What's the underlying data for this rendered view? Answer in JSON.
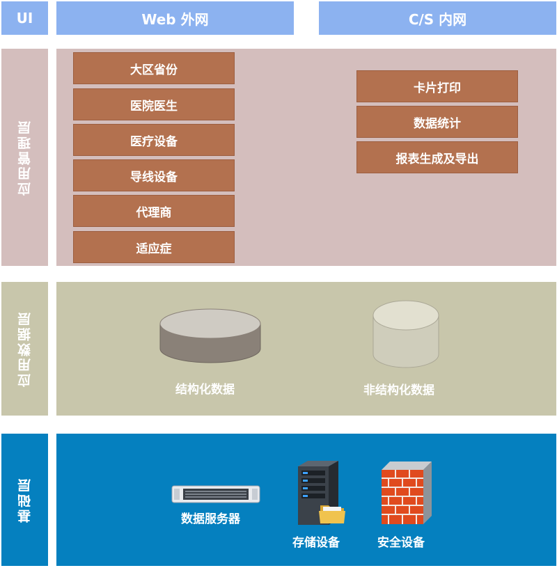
{
  "header": {
    "ui": "UI",
    "web": "Web 外网",
    "cs": "C/S 内网"
  },
  "app_layer": {
    "label": "应用管理层",
    "web_items": [
      "大区省份",
      "医院医生",
      "医疗设备",
      "导线设备",
      "代理商",
      "适应症"
    ],
    "cs_items": [
      "卡片打印",
      "数据统计",
      "报表生成及导出"
    ]
  },
  "data_layer": {
    "label": "应用数据层",
    "structured": "结构化数据",
    "unstructured": "非结构化数据"
  },
  "base_layer": {
    "label": "基础层",
    "server": "数据服务器",
    "storage": "存储设备",
    "security": "安全设备"
  },
  "colors": {
    "header": "#8cb2f0",
    "app_layer": "#d4bebd",
    "data_layer": "#c8c6ab",
    "base_layer": "#0580bf",
    "brick": "#b3714f"
  },
  "icons": [
    "rack-server-icon",
    "storage-tower-icon",
    "firewall-icon",
    "database-cylinder-icon"
  ]
}
